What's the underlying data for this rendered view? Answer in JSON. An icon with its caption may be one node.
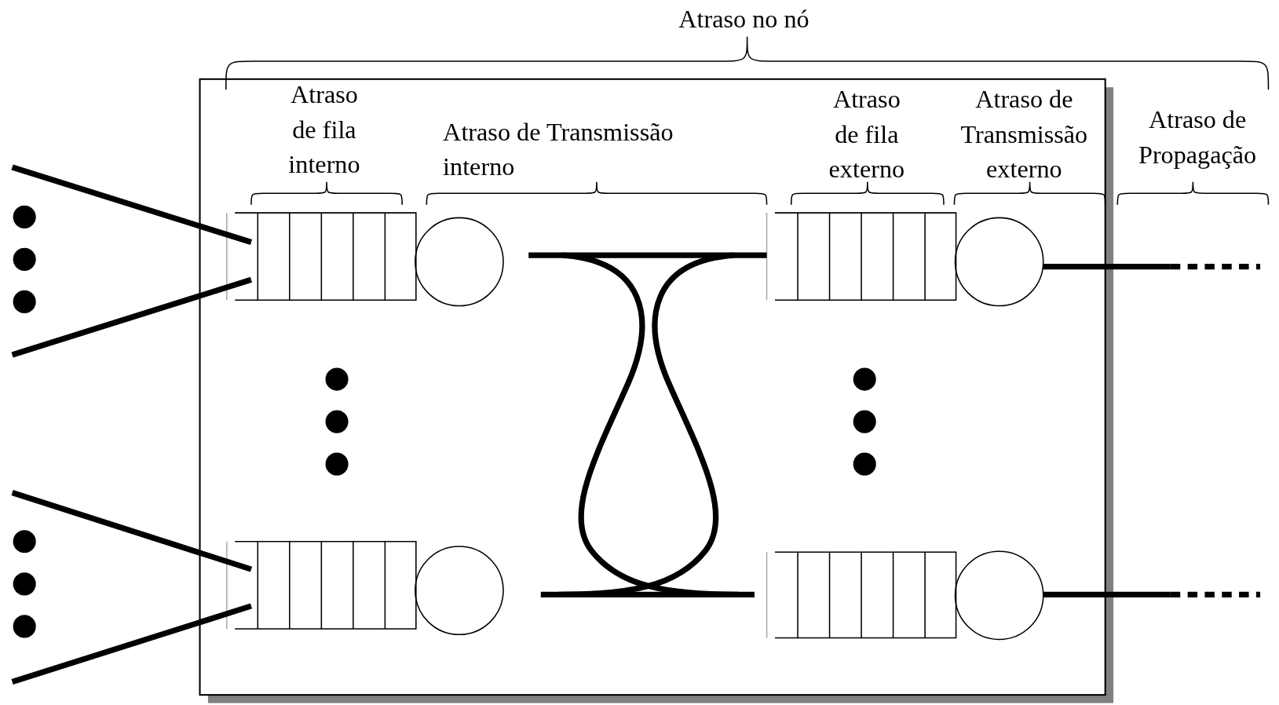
{
  "diagram": {
    "labels": [
      "Atraso no nó",
      "Atraso de fila interno",
      "Atraso de Transmissão interno",
      "Atraso de fila externo",
      "Atraso de Transmissão externo",
      "Atraso de Propagação"
    ]
  }
}
